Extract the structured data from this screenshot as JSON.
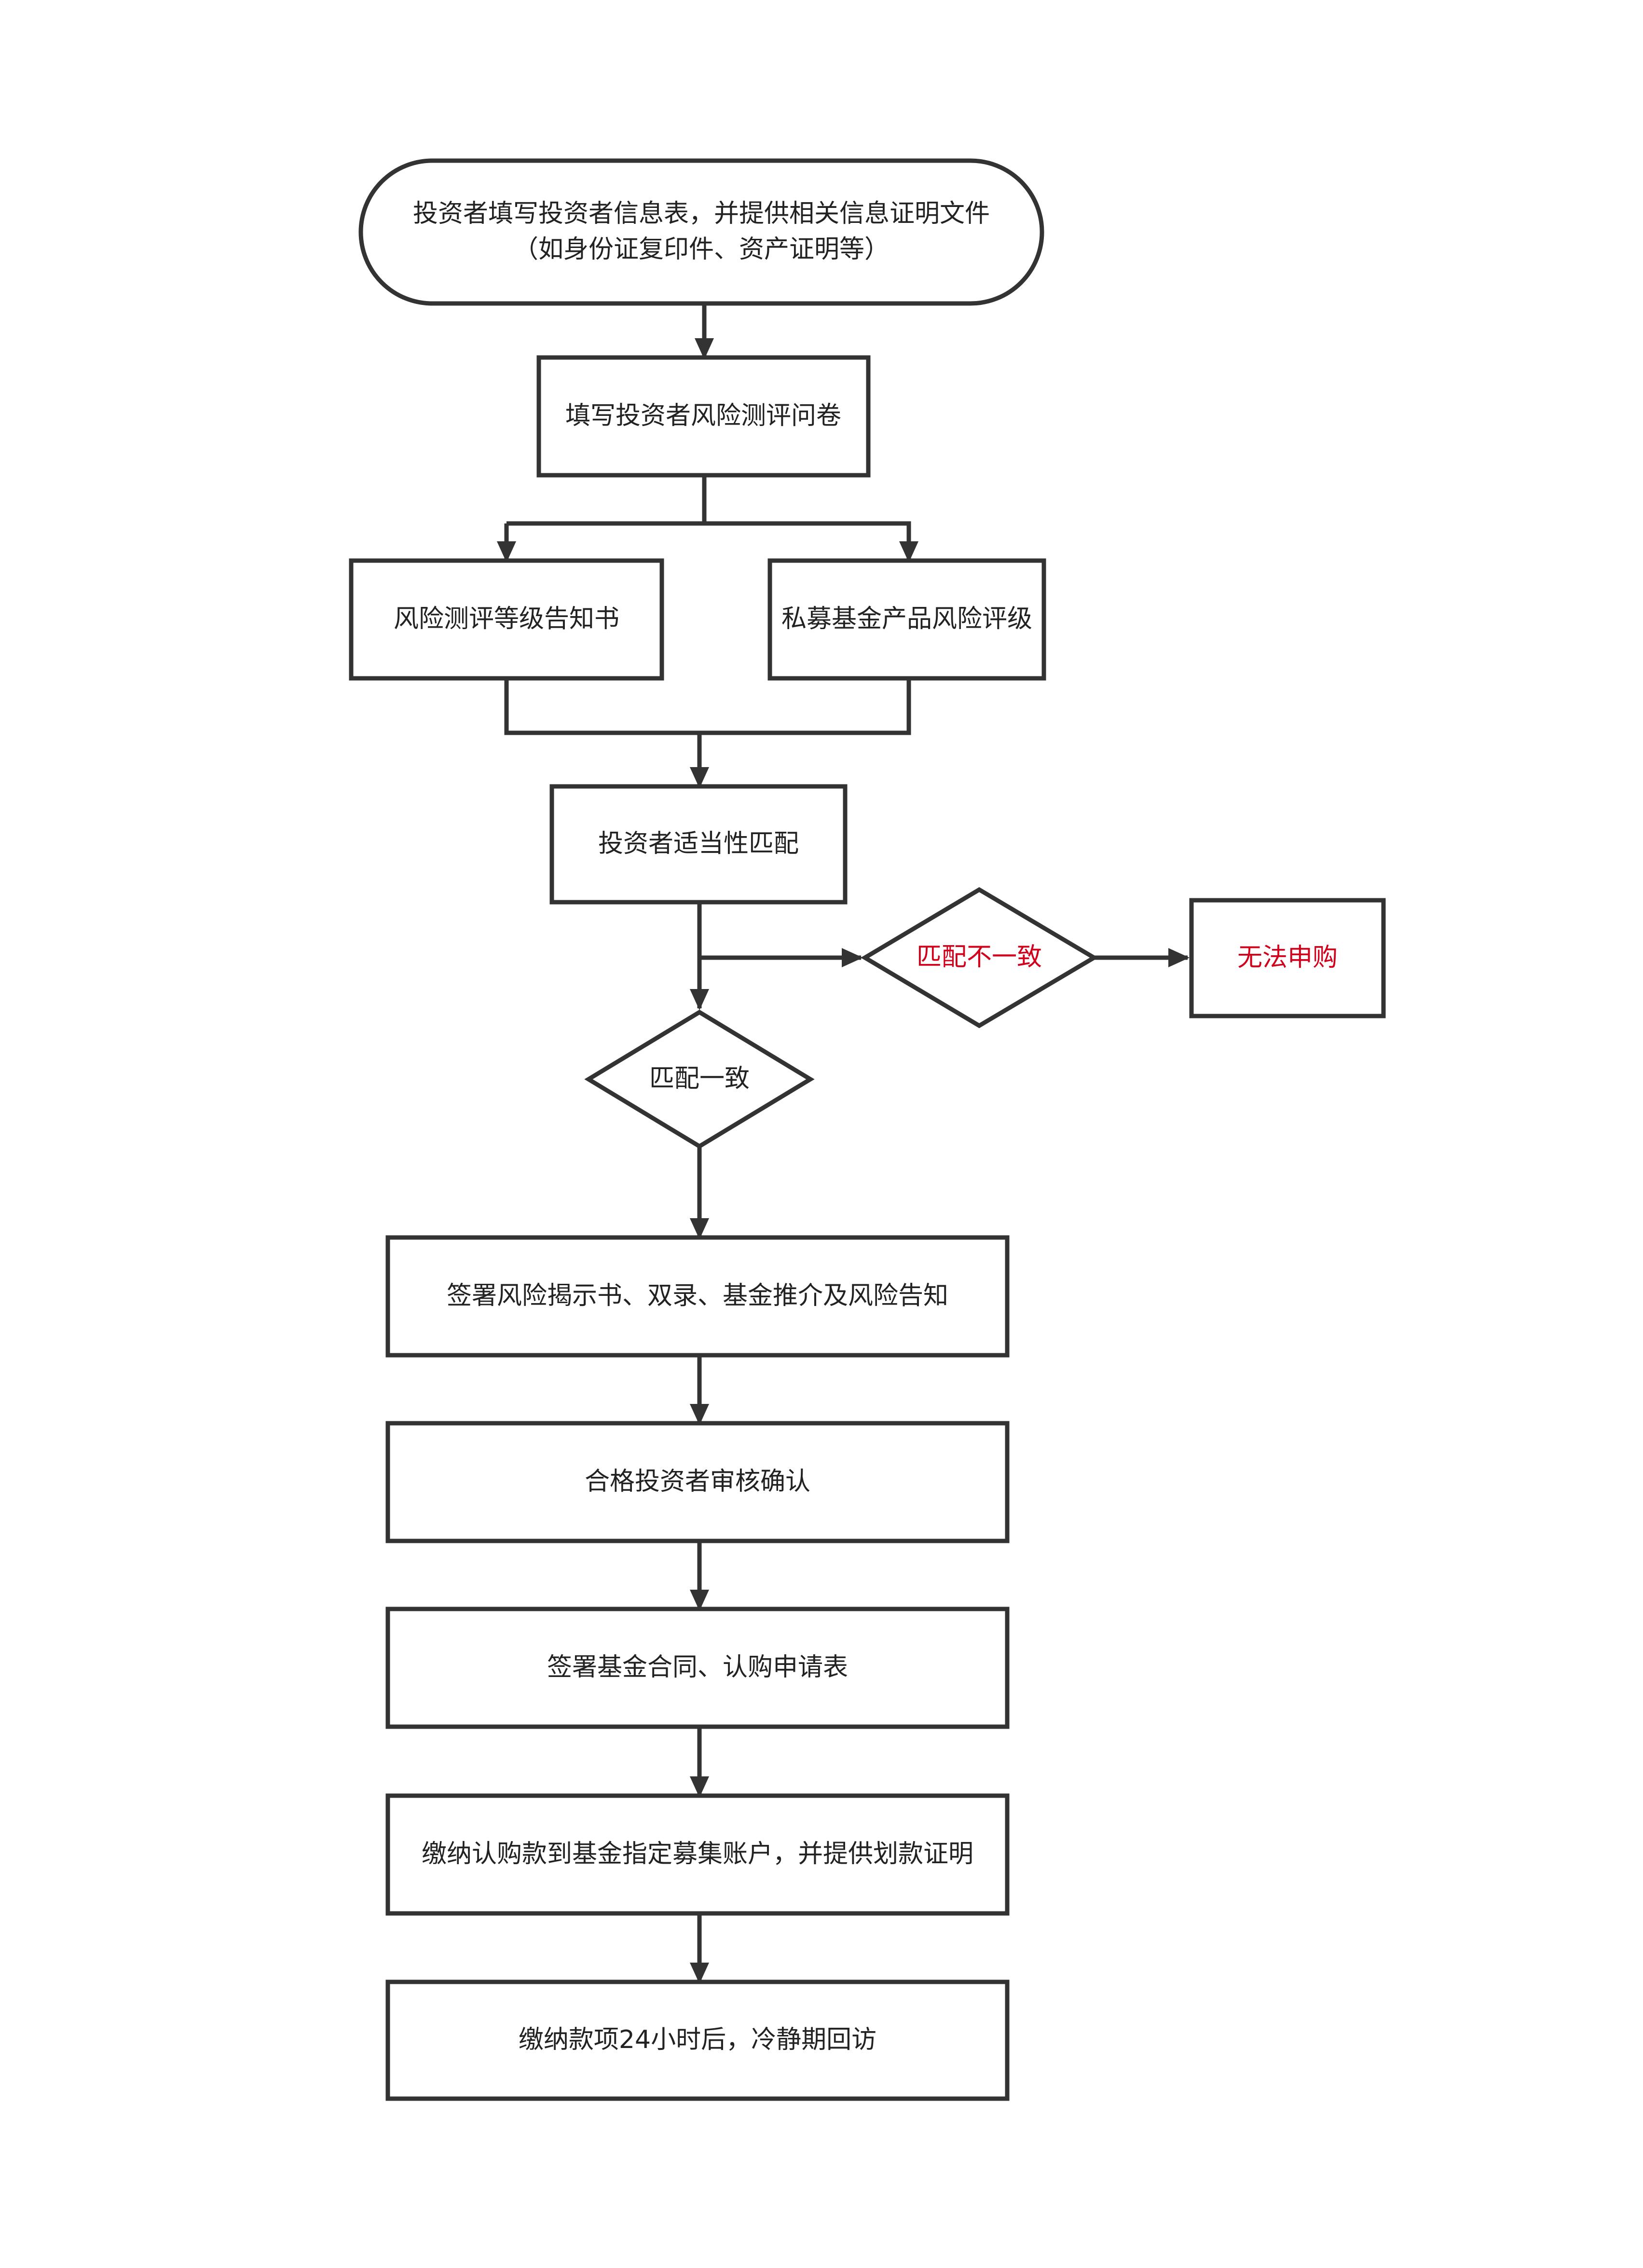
{
  "colors": {
    "stroke": "#333333",
    "text": "#222222",
    "alert": "#d0021b",
    "background": "#ffffff"
  },
  "nodes": {
    "start": {
      "line1": "投资者填写投资者信息表，并提供相关信息证明文件",
      "line2": "（如身份证复印件、资产证明等）"
    },
    "questionnaire": "填写投资者风险测评问卷",
    "risk_notice": "风险测评等级告知书",
    "product_rating": "私募基金产品风险评级",
    "suitability_match": "投资者适当性匹配",
    "mismatch": "匹配不一致",
    "cannot_purchase": "无法申购",
    "match": "匹配一致",
    "sign_disclosure": "签署风险揭示书、双录、基金推介及风险告知",
    "qualified_review": "合格投资者审核确认",
    "sign_contract": "签署基金合同、认购申请表",
    "pay_subscription": "缴纳认购款到基金指定募集账户，并提供划款证明",
    "cooling_off": "缴纳款项24小时后，冷静期回访"
  }
}
